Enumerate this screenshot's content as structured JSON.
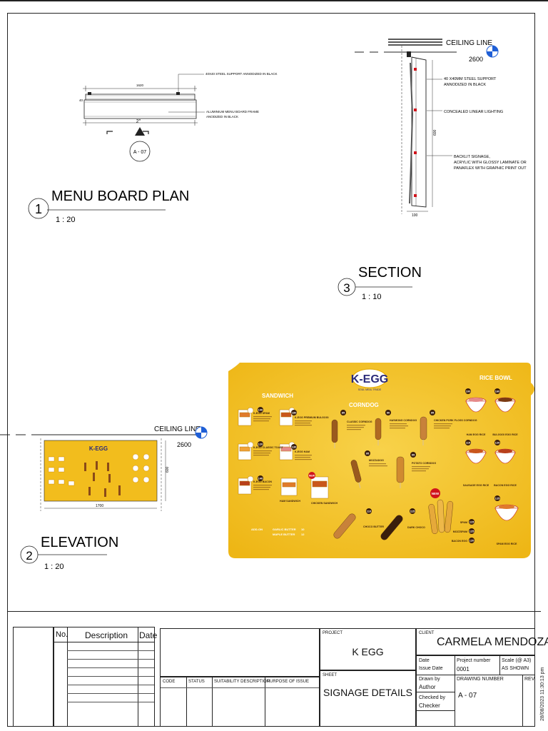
{
  "plan": {
    "title": "MENU BOARD PLAN",
    "number": "1",
    "scale": "1 : 20",
    "dim_width": "1620",
    "dim_depth": "40",
    "dim_small": "2\"",
    "note_support": "40X40 STEEL SUPPORT ANNODIZED IN BLACK",
    "note_frame_1": "ALUMINIUM MENU BOARD FRAME",
    "note_frame_2": "ANODIZED IN BLACK",
    "section_ref": "A - 07"
  },
  "section": {
    "title": "SECTION",
    "number": "3",
    "scale": "1 : 10",
    "ceiling_label": "CEILING LINE",
    "ceiling_height": "2600",
    "note_support_1": "40 X40MM STEEL SUPPORT",
    "note_support_2": "ANNODIZED IN BLACK",
    "note_lighting": "CONCEALED LINEAR LIGHTING",
    "note_signage_1": "BACKLIT SIGNAGE,",
    "note_signage_2": "ACRYLIC WITH GLOSSY LAMINATE OR",
    "note_signage_3": "PANAFLEX WITH GRAPHIC PRINT OUT",
    "dim_height": "600",
    "dim_depth": "100"
  },
  "elevation": {
    "title": "ELEVATION",
    "number": "2",
    "scale": "1 : 20",
    "ceiling_label": "CEILING LINE",
    "ceiling_height": "2600",
    "dim_width": "1700",
    "dim_height": "600"
  },
  "menu": {
    "brand": "K-EGG",
    "brand_sub": "SOUL MEAL TRADE",
    "sections": {
      "sandwich": "SANDWICH",
      "corndog": "CORNDOG",
      "ricebowl": "RICE BOWL"
    },
    "sandwich_items": [
      {
        "name": "K-EGG SPAM",
        "price": "140"
      },
      {
        "name": "K-EGG PREMIUM BULGOGI",
        "price": "180"
      },
      {
        "name": "K-EGG CLASSIC TOAST",
        "price": "120"
      },
      {
        "name": "K-EGG HAM",
        "price": "130"
      },
      {
        "name": "K-EGG BACON",
        "price": "140"
      },
      {
        "name": "HAM SANDWICH",
        "price": ""
      },
      {
        "name": "CHICKEN SANDWICH",
        "price": ""
      }
    ],
    "addons": [
      {
        "name": "GARLIC BUTTER",
        "price": "10"
      },
      {
        "name": "MAPLE BUTTER",
        "price": "12"
      }
    ],
    "corndog_items": [
      {
        "name": "CLASSIC CORNDOG",
        "price": "85"
      },
      {
        "name": "HAYMONG CORNDOG",
        "price": "90"
      },
      {
        "name": "CHICKEN PORK FLOSS CORNDOG",
        "price": "95"
      },
      {
        "name": "MOZZADOG",
        "price": "95"
      },
      {
        "name": "POTATO CORNDOG",
        "price": "99"
      },
      {
        "name": "CHOCO BUTTER",
        "price": "110"
      },
      {
        "name": "DARK CHOCO",
        "price": "115"
      }
    ],
    "ricebowl_items": [
      {
        "name": "HAM EGG RICE",
        "price": "100"
      },
      {
        "name": "BULGOGI EGG RICE",
        "price": "160"
      },
      {
        "name": "SAUSAGE EGG RICE",
        "price": "115"
      },
      {
        "name": "BACON EGG RICE",
        "price": "120"
      },
      {
        "name": "SPAM EGG RICE",
        "price": "125"
      }
    ],
    "extras": [
      {
        "name": "SPAM",
        "price": "115"
      },
      {
        "name": "MOZZSPAM",
        "price": "125"
      },
      {
        "name": "BACON EGG",
        "price": "120"
      }
    ],
    "new_badge": "NEW"
  },
  "titleblock": {
    "rev_headers": {
      "no": "No.",
      "description": "Description",
      "date": "Date"
    },
    "project_label": "PROJECT",
    "project_name": "K EGG",
    "client_label": "CLIENT",
    "client_name": "CARMELA MENDOZA",
    "date_label": "Date",
    "issue_date_label": "Issue Date",
    "project_number_label": "Project number",
    "project_number": "0001",
    "scale_label": "Scale (@ A3)",
    "scale_value": "AS SHOWN",
    "drawn_by_label": "Drawn by",
    "drawn_by": "Author",
    "checked_by_label": "Checked by",
    "checked_by": "Checker",
    "drawing_number_label": "DRAWING NUMBER",
    "drawing_number": "A - 07",
    "rev_label": "REV",
    "sheet_label": "SHEET",
    "sheet_name": "SIGNAGE DETAILS",
    "code_label": "CODE",
    "status_label": "STATUS",
    "suitability_label": "SUITABILITY DESCRIPTION",
    "purpose_label": "PURPOSE OF ISSUE"
  },
  "timestamp": "28/08/2023 11:30:13 pm",
  "colors": {
    "menu_yellow": "#f3bf1e",
    "menu_yellow_light": "#f8d24a",
    "marker_blue": "#1f5fd6",
    "accent_red": "#d0141c"
  }
}
